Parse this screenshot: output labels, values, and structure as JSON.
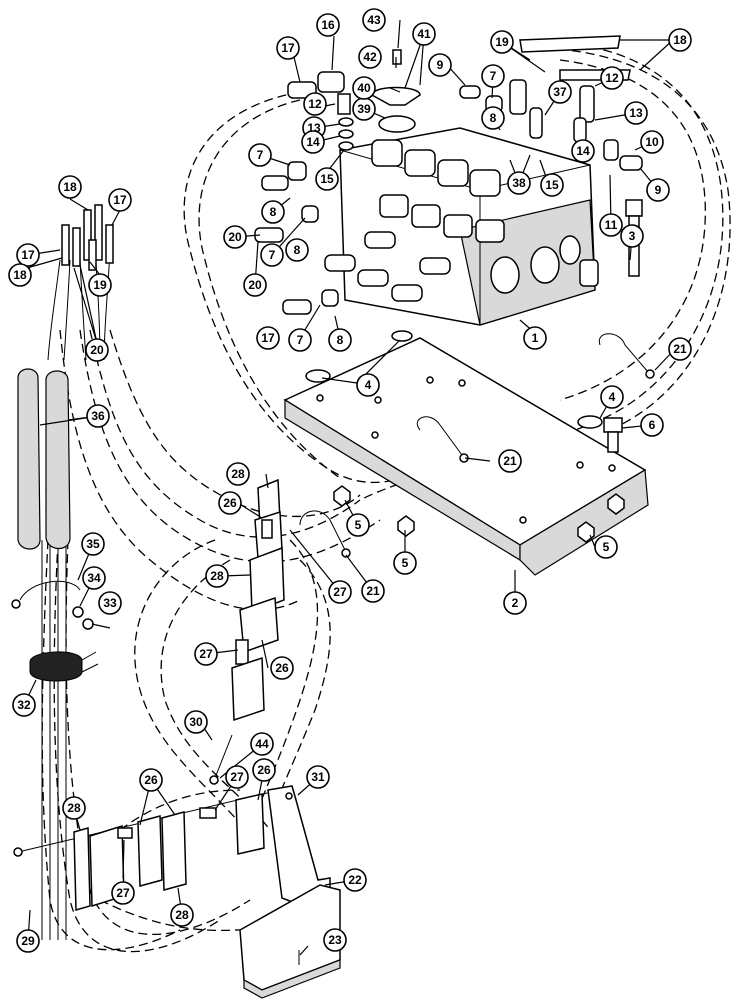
{
  "callouts": [
    {
      "id": "c1",
      "label": "1"
    },
    {
      "id": "c2",
      "label": "2"
    },
    {
      "id": "c3",
      "label": "3"
    },
    {
      "id": "c4a",
      "label": "4"
    },
    {
      "id": "c4b",
      "label": "4"
    },
    {
      "id": "c5a",
      "label": "5"
    },
    {
      "id": "c5b",
      "label": "5"
    },
    {
      "id": "c5c",
      "label": "5"
    },
    {
      "id": "c6",
      "label": "6"
    },
    {
      "id": "c7a",
      "label": "7"
    },
    {
      "id": "c7b",
      "label": "7"
    },
    {
      "id": "c7c",
      "label": "7"
    },
    {
      "id": "c7d",
      "label": "7"
    },
    {
      "id": "c8a",
      "label": "8"
    },
    {
      "id": "c8b",
      "label": "8"
    },
    {
      "id": "c8c",
      "label": "8"
    },
    {
      "id": "c8d",
      "label": "8"
    },
    {
      "id": "c9a",
      "label": "9"
    },
    {
      "id": "c9b",
      "label": "9"
    },
    {
      "id": "c10",
      "label": "10"
    },
    {
      "id": "c11",
      "label": "11"
    },
    {
      "id": "c12a",
      "label": "12"
    },
    {
      "id": "c12b",
      "label": "12"
    },
    {
      "id": "c13a",
      "label": "13"
    },
    {
      "id": "c13b",
      "label": "13"
    },
    {
      "id": "c14a",
      "label": "14"
    },
    {
      "id": "c14b",
      "label": "14"
    },
    {
      "id": "c15a",
      "label": "15"
    },
    {
      "id": "c15b",
      "label": "15"
    },
    {
      "id": "c16",
      "label": "16"
    },
    {
      "id": "c17a",
      "label": "17"
    },
    {
      "id": "c17b",
      "label": "17"
    },
    {
      "id": "c17c",
      "label": "17"
    },
    {
      "id": "c17d",
      "label": "17"
    },
    {
      "id": "c18a",
      "label": "18"
    },
    {
      "id": "c18b",
      "label": "18"
    },
    {
      "id": "c18c",
      "label": "18"
    },
    {
      "id": "c19a",
      "label": "19"
    },
    {
      "id": "c19b",
      "label": "19"
    },
    {
      "id": "c20a",
      "label": "20"
    },
    {
      "id": "c20b",
      "label": "20"
    },
    {
      "id": "c20c",
      "label": "20"
    },
    {
      "id": "c21a",
      "label": "21"
    },
    {
      "id": "c21b",
      "label": "21"
    },
    {
      "id": "c21c",
      "label": "21"
    },
    {
      "id": "c22",
      "label": "22"
    },
    {
      "id": "c23",
      "label": "23"
    },
    {
      "id": "c26a",
      "label": "26"
    },
    {
      "id": "c26b",
      "label": "26"
    },
    {
      "id": "c26c",
      "label": "26"
    },
    {
      "id": "c26d",
      "label": "26"
    },
    {
      "id": "c27a",
      "label": "27"
    },
    {
      "id": "c27b",
      "label": "27"
    },
    {
      "id": "c27c",
      "label": "27"
    },
    {
      "id": "c27d",
      "label": "27"
    },
    {
      "id": "c28a",
      "label": "28"
    },
    {
      "id": "c28b",
      "label": "28"
    },
    {
      "id": "c28c",
      "label": "28"
    },
    {
      "id": "c28d",
      "label": "28"
    },
    {
      "id": "c29",
      "label": "29"
    },
    {
      "id": "c30",
      "label": "30"
    },
    {
      "id": "c31",
      "label": "31"
    },
    {
      "id": "c32",
      "label": "32"
    },
    {
      "id": "c33",
      "label": "33"
    },
    {
      "id": "c34",
      "label": "34"
    },
    {
      "id": "c35",
      "label": "35"
    },
    {
      "id": "c36",
      "label": "36"
    },
    {
      "id": "c37",
      "label": "37"
    },
    {
      "id": "c38",
      "label": "38"
    },
    {
      "id": "c39",
      "label": "39"
    },
    {
      "id": "c40",
      "label": "40"
    },
    {
      "id": "c41",
      "label": "41"
    },
    {
      "id": "c42",
      "label": "42"
    },
    {
      "id": "c43",
      "label": "43"
    },
    {
      "id": "c44",
      "label": "44"
    }
  ]
}
